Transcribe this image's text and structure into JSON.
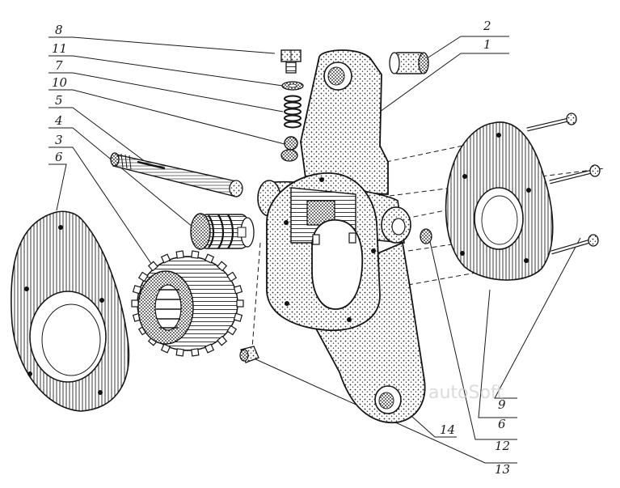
{
  "figure": {
    "background": "#ffffff",
    "ink": "#151515",
    "watermark": "autoSoft",
    "labels": [
      {
        "id": "p8",
        "text": "8"
      },
      {
        "id": "p11",
        "text": "11"
      },
      {
        "id": "p7",
        "text": "7"
      },
      {
        "id": "p10",
        "text": "10"
      },
      {
        "id": "p5",
        "text": "5"
      },
      {
        "id": "p4",
        "text": "4"
      },
      {
        "id": "p3",
        "text": "3"
      },
      {
        "id": "p6a",
        "text": "6"
      },
      {
        "id": "p2",
        "text": "2"
      },
      {
        "id": "p1",
        "text": "1"
      },
      {
        "id": "p9",
        "text": "9"
      },
      {
        "id": "p6b",
        "text": "6"
      },
      {
        "id": "p12",
        "text": "12"
      },
      {
        "id": "p13",
        "text": "13"
      },
      {
        "id": "p14",
        "text": "14"
      }
    ]
  }
}
